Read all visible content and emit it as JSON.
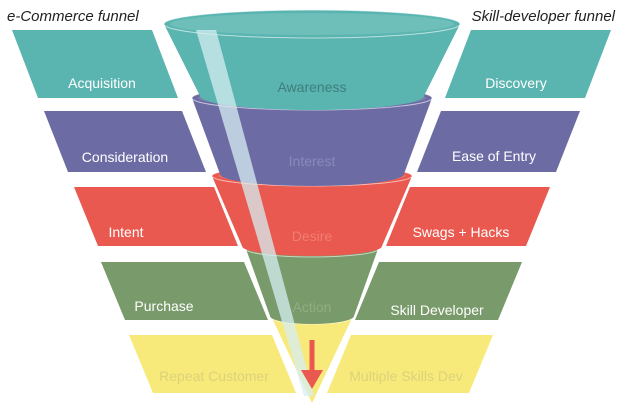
{
  "headers": {
    "left": "e-Commerce funnel",
    "right": "Skill-developer funnel"
  },
  "stages": [
    {
      "left_label": "Acquisition",
      "center_label": "Awareness",
      "right_label": "Discovery",
      "color": "#5ab5b1",
      "center_text_color": "#3e7d7b",
      "side_text_color": "#ffffff"
    },
    {
      "left_label": "Consideration",
      "center_label": "Interest",
      "right_label": "Ease of Entry",
      "color": "#6d6ba3",
      "center_text_color": "#8a89bd",
      "side_text_color": "#ffffff"
    },
    {
      "left_label": "Intent",
      "center_label": "Desire",
      "right_label": "Swags + Hacks",
      "color": "#e9594f",
      "center_text_color": "#f07d74",
      "side_text_color": "#ffffff"
    },
    {
      "left_label": "Purchase",
      "center_label": "Action",
      "right_label": "Skill Developer",
      "color": "#799a6a",
      "center_text_color": "#91ae83",
      "side_text_color": "#ffffff"
    },
    {
      "left_label": "Repeat Customer",
      "center_label": "",
      "right_label": "Multiple Skills Dev",
      "color": "#f7ea7a",
      "center_text_color": "#d9cc60",
      "side_text_color": "#ddd27a"
    }
  ],
  "arrow_color": "#e9594f",
  "highlight_color": "#d6eef1"
}
